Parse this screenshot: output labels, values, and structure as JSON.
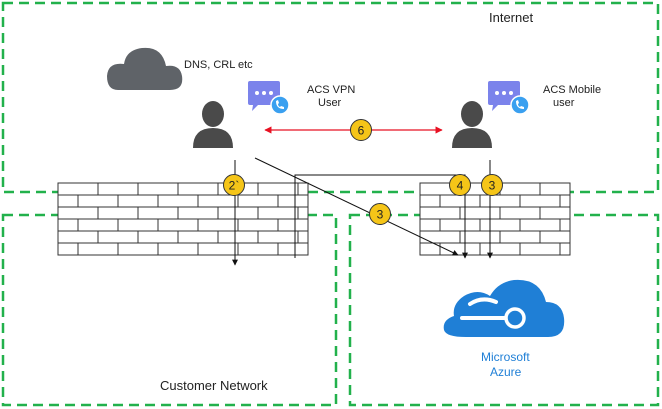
{
  "zones": {
    "internet": "Internet",
    "customer_network": "Customer Network"
  },
  "labels": {
    "dns": "DNS, CRL etc",
    "vpn_user_line1": "ACS VPN",
    "vpn_user_line2": "User",
    "mobile_user_line1": "ACS Mobile",
    "mobile_user_line2": "user",
    "azure_line1": "Microsoft",
    "azure_line2": "Azure"
  },
  "badges": {
    "vpn_to_customer": "2`",
    "vpn_to_azure": "3",
    "mobile_to_azure_a": "4",
    "mobile_to_azure_b": "3",
    "user_to_user": "6"
  },
  "colors": {
    "zone_border": "#22b14c",
    "badge_fill": "#f5c518",
    "badge_stroke": "#333333",
    "user_icon": "#4a4a4a",
    "cloud_gray": "#5f6368",
    "teams_purple": "#7b83eb",
    "teams_phone": "#3aa0f0",
    "red_arrow": "#e81123",
    "azure_blue": "#1f7fd6",
    "firewall": "#333333"
  },
  "icons": {
    "dns_cloud": "cloud-icon",
    "vpn_user": "person-icon",
    "mobile_user": "person-icon",
    "vpn_chat": "teams-chat-phone-icon",
    "mobile_chat": "teams-chat-phone-icon",
    "firewall": "brick-wall-icon",
    "azure": "azure-cloud-icon"
  }
}
